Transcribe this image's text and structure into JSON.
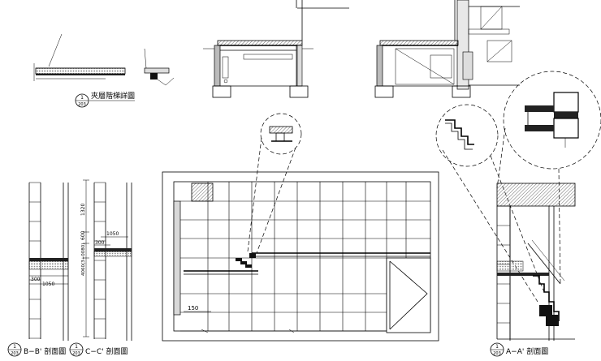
{
  "labels": {
    "mezzanine_stair_detail": {
      "num": "1",
      "sheet": "203",
      "title": "夾層階梯詳圖"
    },
    "section_bb": {
      "num": "1",
      "sheet": "203",
      "title": "B−B' 剖面圖"
    },
    "section_cc": {
      "num": "1",
      "sheet": "203",
      "title": "C−C' 剖面圖"
    },
    "section_aa": {
      "num": "1",
      "sheet": "203",
      "title": "A−A' 剖面圖"
    }
  },
  "dimensions": {
    "cc_top": "1320",
    "cc_mid": "1050",
    "cc_height": "4060(3+0080)",
    "cc_small": "300",
    "cc_side": "600",
    "bb_a": "300",
    "bb_b": "1050",
    "plan_150": "150"
  },
  "colors": {
    "line": "#000000",
    "hatch": "#7a7a7a",
    "fill_dark": "#1a1a1a"
  }
}
